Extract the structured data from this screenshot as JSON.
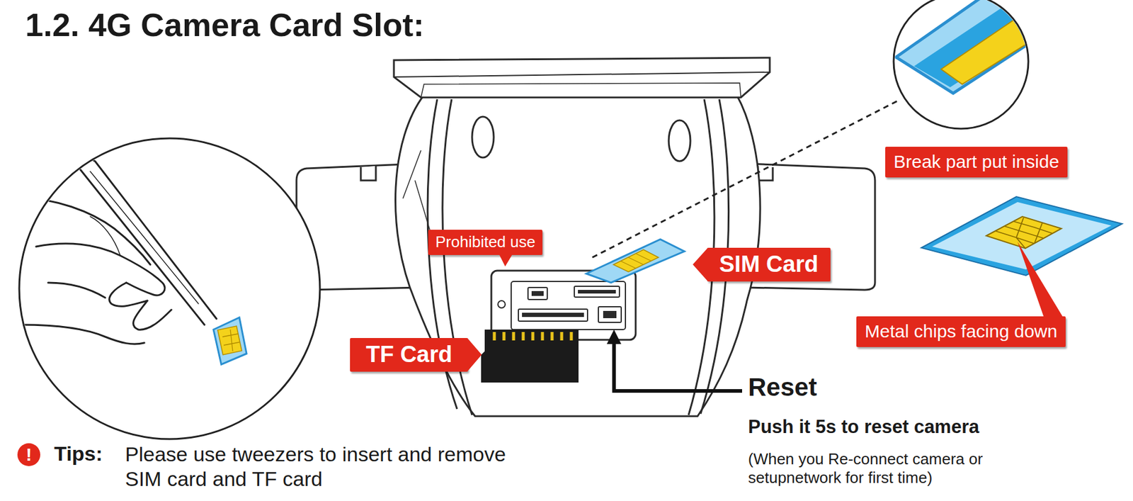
{
  "diagram": {
    "title": "1.2. 4G Camera Card Slot:",
    "nodes": [
      {
        "text": [
          "Break part put inside"
        ]
      },
      {
        "text": [
          "Prohibited use"
        ]
      },
      {
        "text": [
          "SIM Card"
        ]
      },
      {
        "text": [
          "Metal chips facing down"
        ]
      },
      {
        "text": [
          "TF Card"
        ]
      },
      {
        "text": [
          "!"
        ]
      }
    ],
    "labels": [
      "Reset",
      "Push it 5s to reset camera",
      "(When you Re-connect camera or setupnetwork for first time)",
      "Tips:",
      "Please use tweezers to insert and remove SIM card and TF card"
    ]
  }
}
